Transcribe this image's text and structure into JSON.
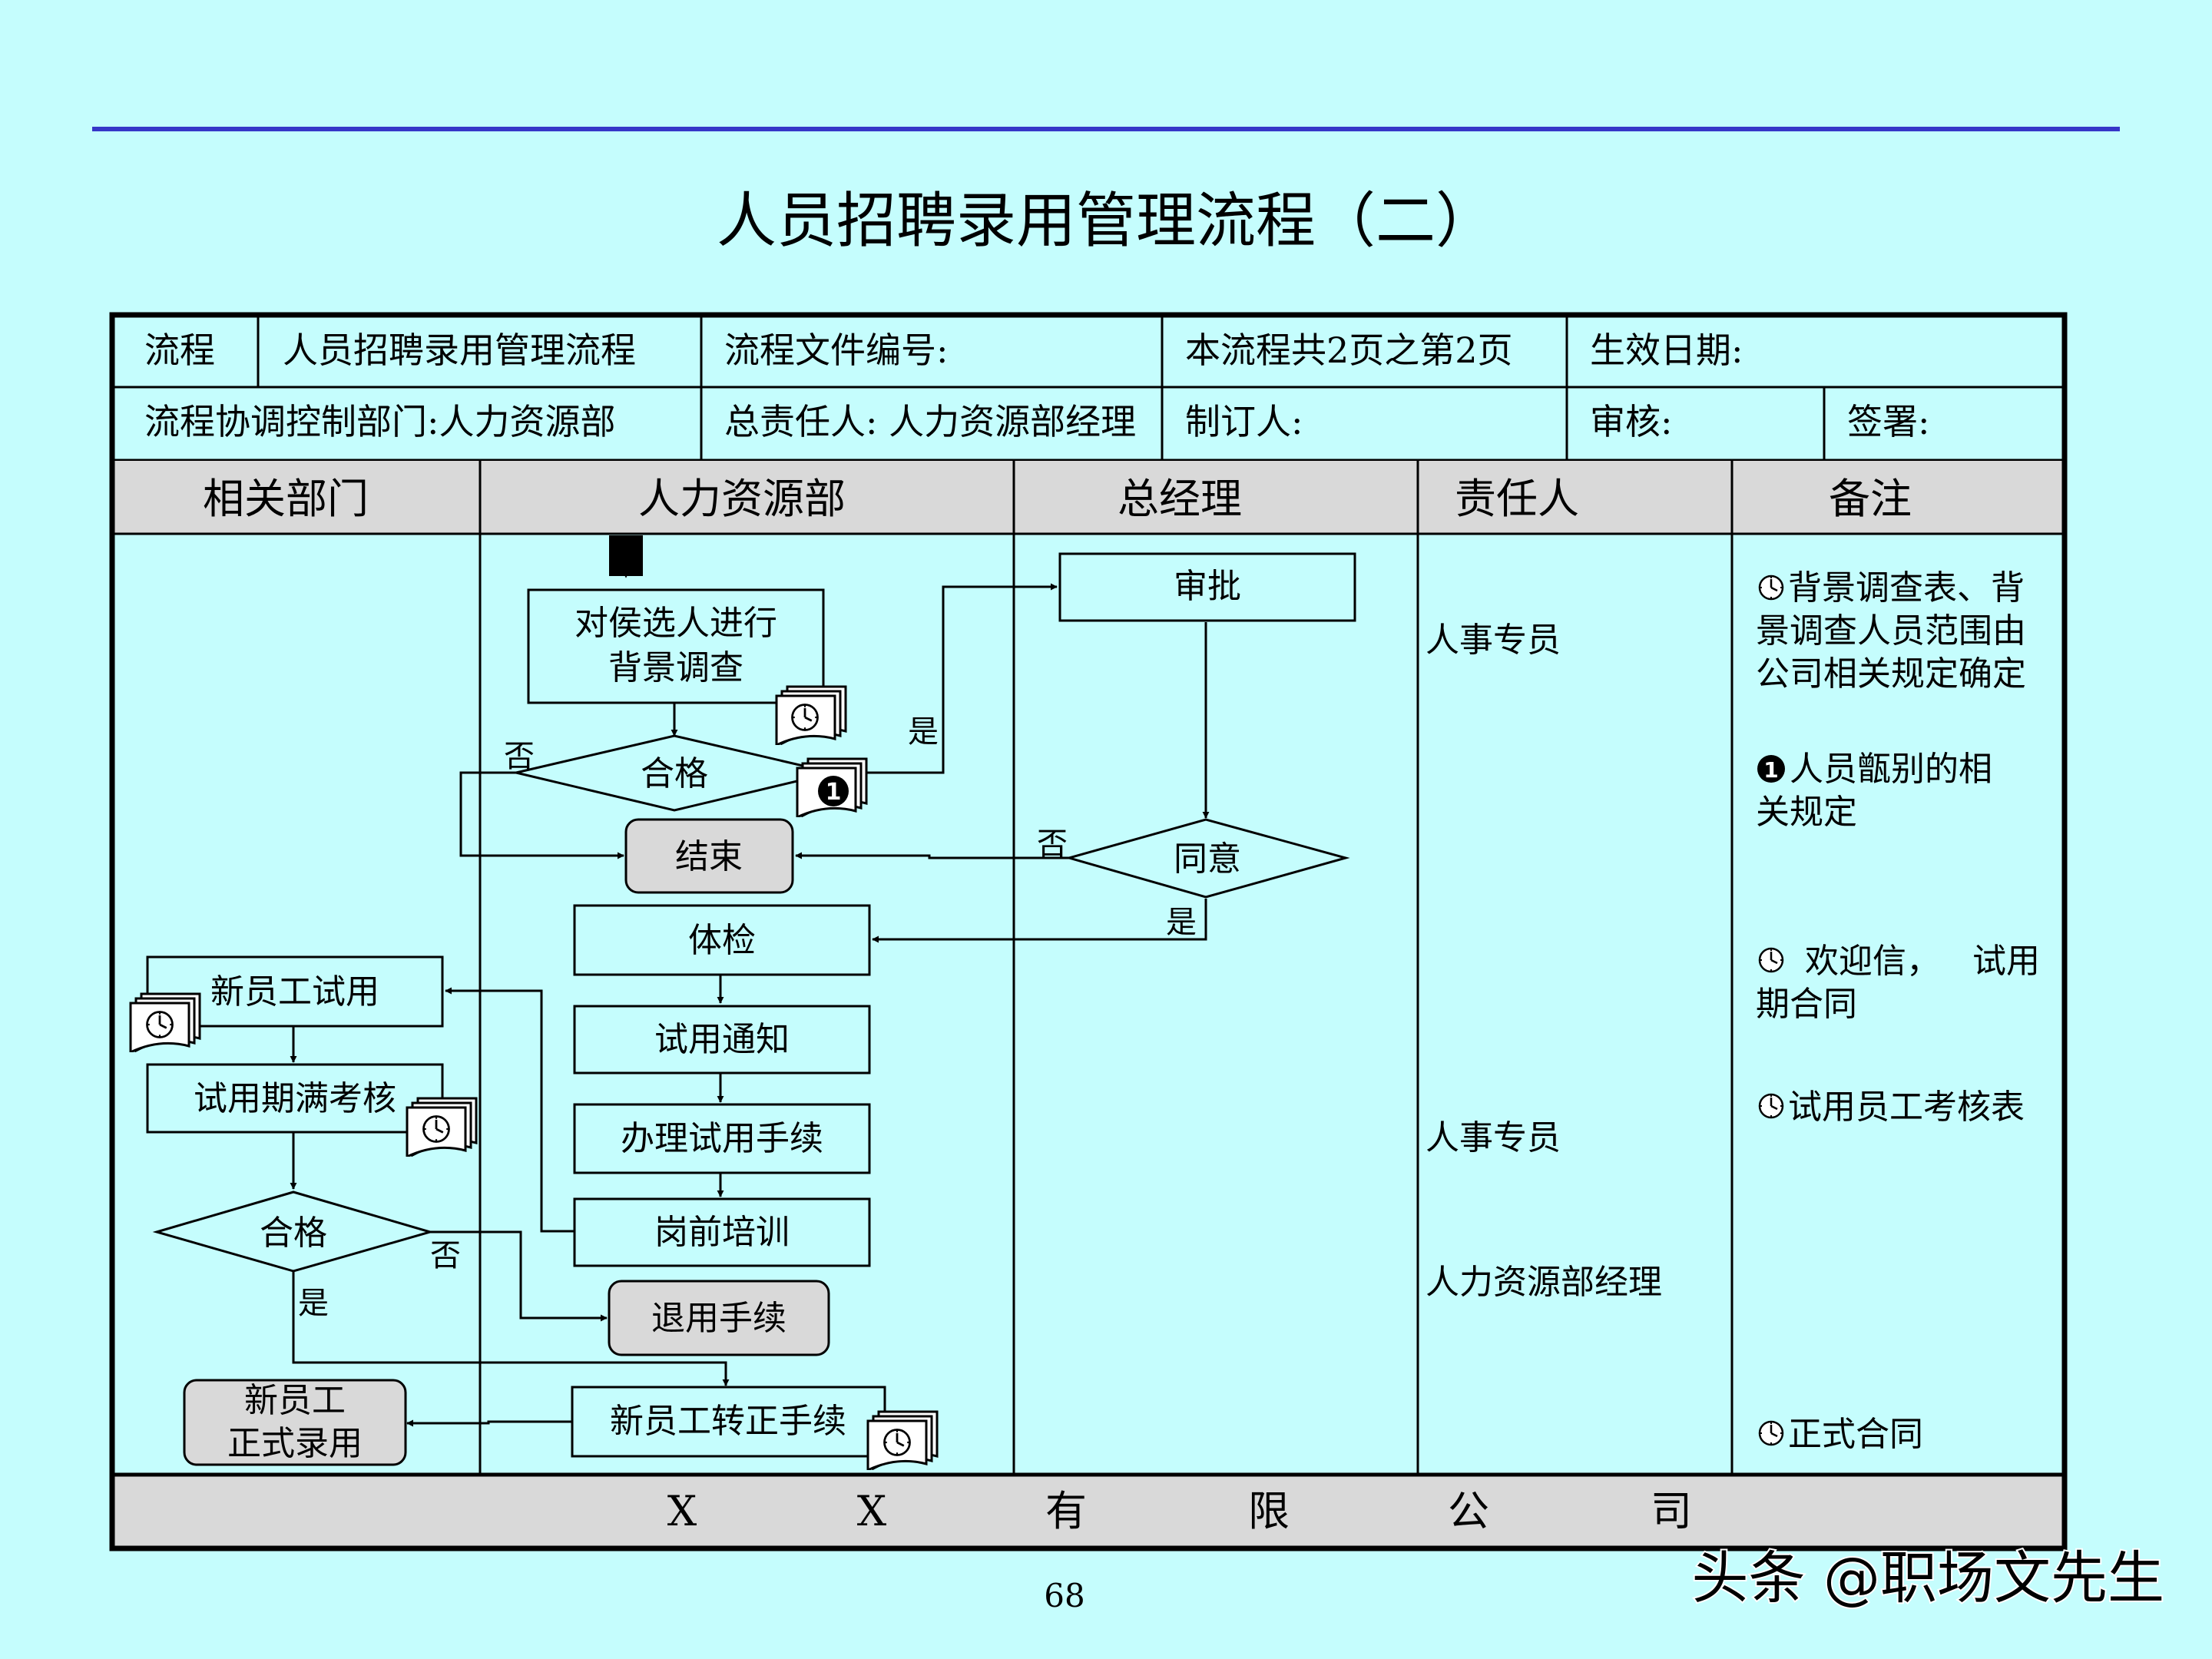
{
  "title": "人员招聘录用管理流程（二）",
  "header": {
    "r1": {
      "flow_label": "流程",
      "flow_name": "人员招聘录用管理流程",
      "file_no": "流程文件编号:",
      "pages": "本流程共2页之第2页",
      "effective_date": "生效日期:"
    },
    "r2": {
      "coord_dept": "流程协调控制部门:人力资源部",
      "owner": "总责任人: 人力资源部经理",
      "author": "制订人:",
      "reviewer": "审核:",
      "signer": "签署:"
    }
  },
  "columns": [
    "相关部门",
    "人力资源部",
    "总经理",
    "责任人",
    "备注"
  ],
  "nodes": {
    "background_check": [
      "对侯选人进行",
      "背景调查"
    ],
    "qualified_1": "合格",
    "end": "结束",
    "approve": "审批",
    "agree": "同意",
    "medical": "体检",
    "trial_notice": "试用通知",
    "trial_procedure": "办理试用手续",
    "pre_job_training": "岗前培训",
    "rejection": "退用手续",
    "regularization": "新员工转正手续",
    "new_trial": "新员工试用",
    "trial_assessment": "试用期满考核",
    "qualified_2": "合格",
    "formal_hire": [
      "新员工",
      "正式录用"
    ]
  },
  "edge_labels": {
    "yes": "是",
    "no": "否"
  },
  "responsible": [
    "人事专员",
    "人事专员",
    "人力资源部经理"
  ],
  "notes": {
    "n1": [
      "背景调查表、背",
      "景调查人员范围由",
      "公司相关规定确定"
    ],
    "n2": [
      "人员甑别的相",
      "关规定"
    ],
    "n3a": "欢迎信，",
    "n3b": "试用",
    "n3c": "期合同",
    "n4": "试用员工考核表",
    "n5": "正式合同"
  },
  "footer_chars": [
    "X",
    "X",
    "有",
    "限",
    "公",
    "司"
  ],
  "page_number": "68",
  "watermark": "头条 @职场文先生",
  "colors": {
    "background": "#c5fdfd",
    "header_band": "#d9d9d9",
    "terminal_fill": "#d9d9d9",
    "top_rule": "#3636c8"
  }
}
